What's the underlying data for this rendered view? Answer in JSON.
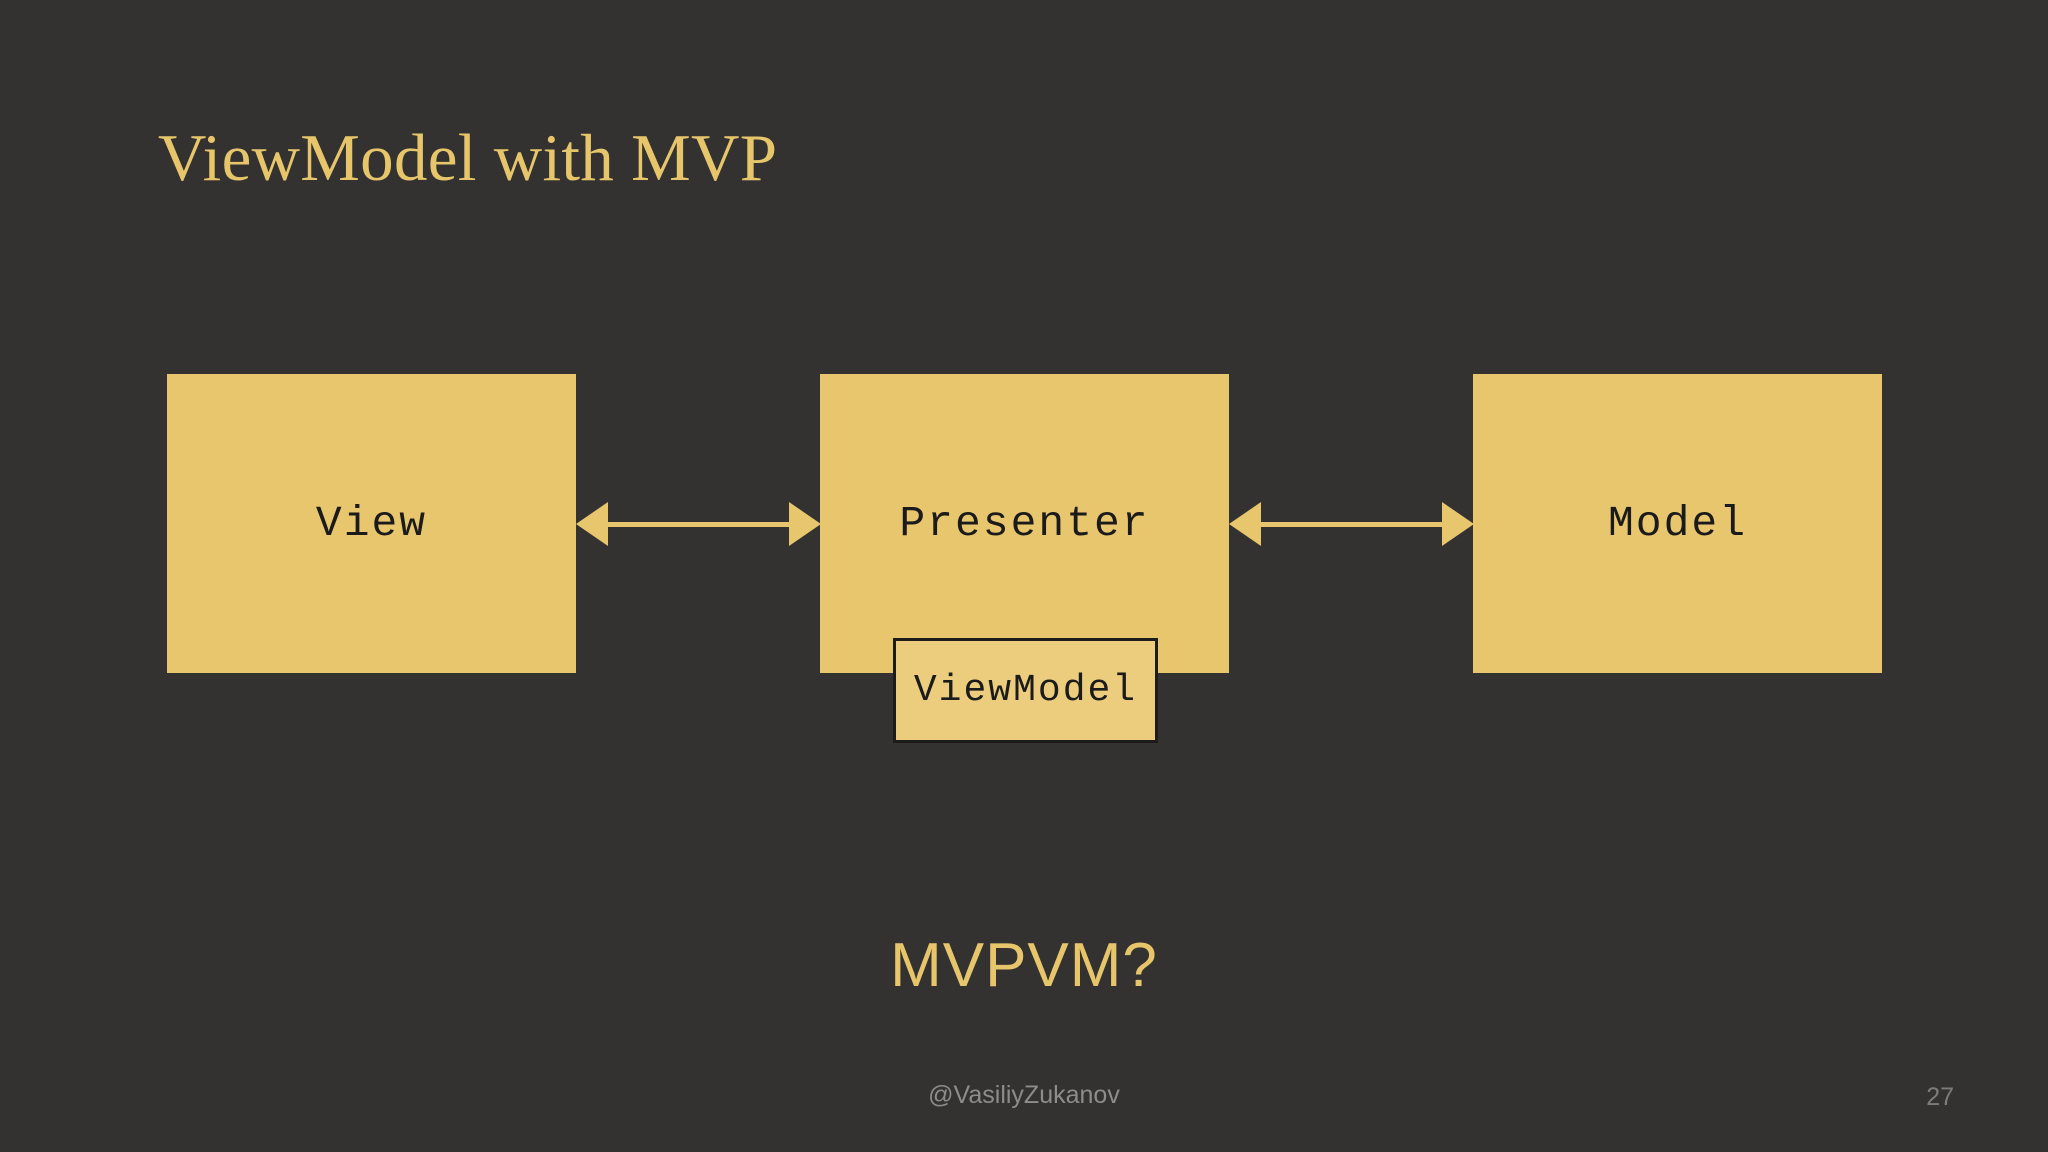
{
  "slide": {
    "title": "ViewModel with MVP",
    "background_color": "#333231",
    "accent_color": "#e7c56a",
    "box_fill_color": "#e8c66d",
    "box_text_color": "#1b1b1b"
  },
  "diagram": {
    "type": "flow",
    "nodes": [
      {
        "id": "view",
        "label": "View"
      },
      {
        "id": "presenter",
        "label": "Presenter"
      },
      {
        "id": "model",
        "label": "Model"
      },
      {
        "id": "viewmodel",
        "label": "ViewModel"
      }
    ],
    "connections": [
      {
        "from": "View",
        "to": "Presenter",
        "style": "double-arrow"
      },
      {
        "from": "Presenter",
        "to": "Model",
        "style": "double-arrow"
      }
    ]
  },
  "callout": {
    "text": "MVPVM?"
  },
  "footer": {
    "handle": "@VasiliyZukanov",
    "page_number": "27"
  }
}
